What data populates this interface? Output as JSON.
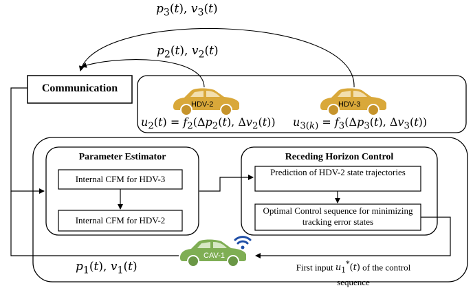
{
  "colors": {
    "hdv": "#d9a83a",
    "cav": "#7fae54",
    "wifi": "#1f4ea6",
    "line": "#000000"
  },
  "communication": {
    "label": "Communication"
  },
  "signals": {
    "p3v3": "p3(t), v3(t)",
    "p2v2": "p2(t), v2(t)",
    "p1v1": "p1(t), v1(t)"
  },
  "vehicles": {
    "hdv2": {
      "label": "HDV-2",
      "icon": "car-icon"
    },
    "hdv3": {
      "label": "HDV-3",
      "icon": "car-icon"
    },
    "cav1": {
      "label": "CAV-1",
      "icon": "car-icon",
      "wireless_icon": "wifi-icon"
    }
  },
  "models": {
    "hdv2": "u2(t) = f2(Δp2(t), Δv2(t))",
    "hdv3": "u3(k) = f3(Δp3(t), Δv3(t))"
  },
  "parameter_estimator": {
    "title": "Parameter Estimator",
    "box_top": "Internal CFM for HDV-3",
    "box_bottom": "Internal CFM for HDV-2"
  },
  "rhc": {
    "title": "Receding Horizon Control",
    "box_top": "Prediction of HDV-2 state trajectories",
    "box_bottom": "Optimal Control sequence for minimizing tracking error states"
  },
  "first_input": "First input u1*(t) of the control sequence"
}
